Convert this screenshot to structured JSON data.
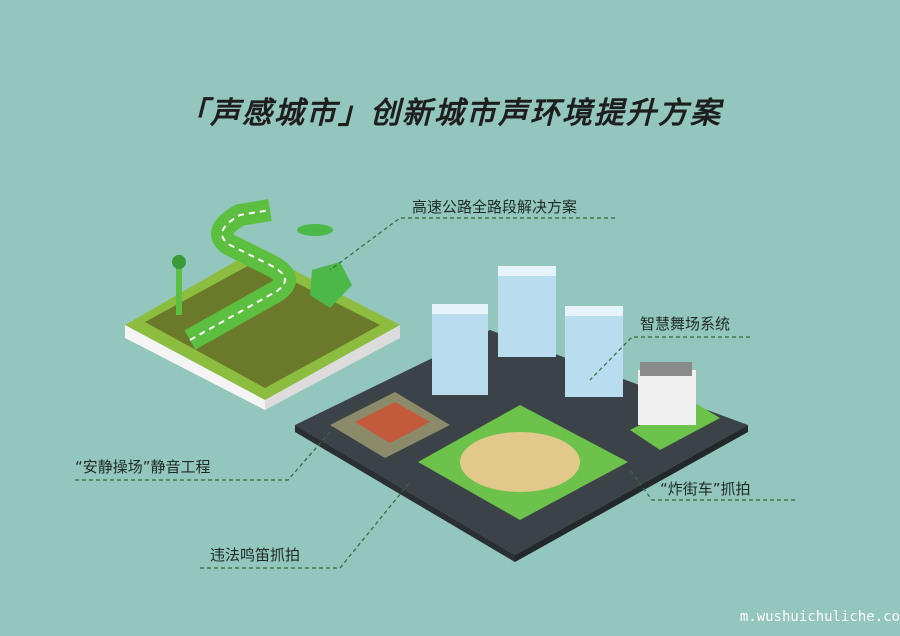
{
  "title": "「声感城市」创新城市声环境提升方案",
  "callouts": {
    "highway": "高速公路全路段解决方案",
    "square_dance": "智慧舞场系统",
    "quiet_playground": "“安静操场”静音工程",
    "honking": "违法鸣笛抓拍",
    "street_racer": "“炸街车”抓拍"
  },
  "watermark": "m.wushuichuliche.co",
  "colors": {
    "background": "#93c6bd",
    "accent_green": "#4cb848",
    "dash_line": "#2f6b3a"
  }
}
